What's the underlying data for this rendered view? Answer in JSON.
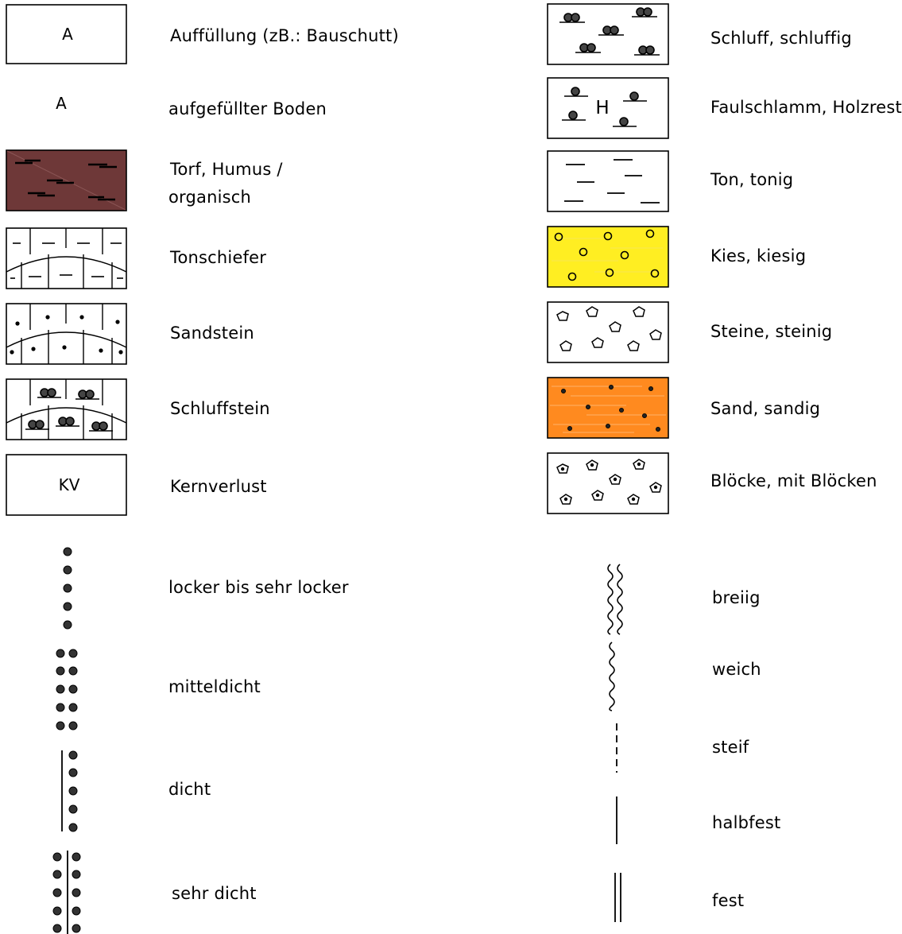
{
  "soil_types": [
    {
      "id": "auffuellung",
      "label": "Auffüllung (zB.: Bauschutt)",
      "code": "A"
    },
    {
      "id": "aufgefuellter-boden",
      "label": "aufgefüllter Boden",
      "code": "A"
    },
    {
      "id": "torf",
      "label_line1": "Torf, Humus /",
      "label_line2": "organisch",
      "fill": "#6e3838"
    },
    {
      "id": "tonschiefer",
      "label": "Tonschiefer"
    },
    {
      "id": "sandstein",
      "label": "Sandstein"
    },
    {
      "id": "schluffstein",
      "label": "Schluffstein"
    },
    {
      "id": "kernverlust",
      "label": "Kernverlust",
      "code": "KV"
    },
    {
      "id": "schluff",
      "label": "Schluff, schluffig"
    },
    {
      "id": "faulschlamm",
      "label": "Faulschlamm, Holzreste",
      "code": "H"
    },
    {
      "id": "ton",
      "label": "Ton, tonig"
    },
    {
      "id": "kies",
      "label": "Kies, kiesig",
      "fill": "#ffee22"
    },
    {
      "id": "steine",
      "label": "Steine, steinig"
    },
    {
      "id": "sand",
      "label": "Sand, sandig",
      "fill": "#ff8a1f"
    },
    {
      "id": "bloecke",
      "label": "Blöcke, mit Blöcken"
    }
  ],
  "density": [
    {
      "id": "locker",
      "label": "locker bis sehr locker"
    },
    {
      "id": "mitteldicht",
      "label": "mitteldicht"
    },
    {
      "id": "dicht",
      "label": "dicht"
    },
    {
      "id": "sehr-dicht",
      "label": "sehr dicht"
    }
  ],
  "consistency": [
    {
      "id": "breiig",
      "label": "breiig"
    },
    {
      "id": "weich",
      "label": "weich"
    },
    {
      "id": "steif",
      "label": "steif"
    },
    {
      "id": "halbfest",
      "label": "halbfest"
    },
    {
      "id": "fest",
      "label": "fest"
    }
  ]
}
